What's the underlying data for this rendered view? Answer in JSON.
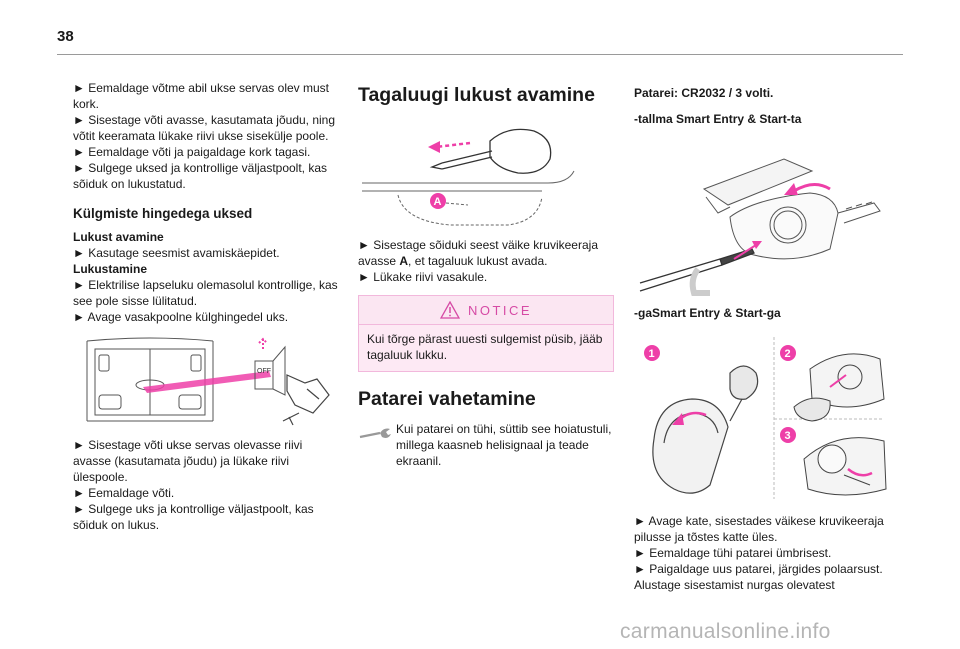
{
  "page_number": "38",
  "left_column": {
    "paragraph_1": "► Eemaldage võtme abil ukse servas olev must kork.\n► Sisestage võti avasse, kasutamata jõudu, ning võtit keeramata lükake riivi ukse sisekülje poole.\n► Eemaldage võti ja paigaldage kork tagasi.\n► Sulgege uksed ja kontrollige väljastpoolt, kas sõiduk on lukustatud.",
    "heading": "Külgmiste hingedega uksed",
    "unlock_label": "Lukust avamine",
    "unlock_text": "► Kasutage seesmist avamiskäepidet.",
    "lock_label": "Lukustamine",
    "lock_text": "► Elektrilise lapseluku olemasolul kontrollige, kas see pole sisse lülitatud.\n► Avage vasakpoolne külghingedel uks.",
    "illustration_label": "OFF",
    "paragraph_2": "► Sisestage võti ukse servas olevasse riivi avasse (kasutamata jõudu) ja lükake riivi ülespoole.\n► Eemaldage võti.\n► Sulgege uks ja kontrollige väljastpoolt, kas sõiduk on lukus."
  },
  "middle_column": {
    "heading": "Tagaluugi lukust avamine",
    "callout_a": "A",
    "paragraph_1_start": "► Sisestage sõiduki seest väike kruvikeeraja avasse ",
    "paragraph_1_bold": "A",
    "paragraph_1_end": ", et tagaluuk lukust avada.",
    "paragraph_1b": "► Lükake riivi vasakule.",
    "notice_title": "NOTICE",
    "notice_text": "Kui tõrge pärast uuesti sulgemist püsib, jääb tagaluuk lukku.",
    "heading_2": "Patarei vahetamine",
    "tool_text": "Kui patarei on tühi, süttib see hoiatustuli, millega kaasneb helisignaal ja teade ekraanil."
  },
  "right_column": {
    "battery": "Patarei: CR2032 / 3 volti.",
    "sub_1": "-tallma Smart Entry & Start-ta",
    "sub_2": "-gaSmart Entry & Start-ga",
    "step_1": "1",
    "step_2": "2",
    "step_3": "3",
    "paragraph": "► Avage kate, sisestades väikese kruvikeeraja pilusse ja tõstes katte üles.\n► Eemaldage tühi patarei ümbrisest.\n► Paigaldage uus patarei, järgides polaarsust.\nAlustage sisestamist nurgas olevatest"
  },
  "watermark": "carmanualsonline.info",
  "colors": {
    "accent": "#ee3fa8",
    "notice_bg": "#fbe6f2",
    "notice_border": "#f2b8dc"
  }
}
